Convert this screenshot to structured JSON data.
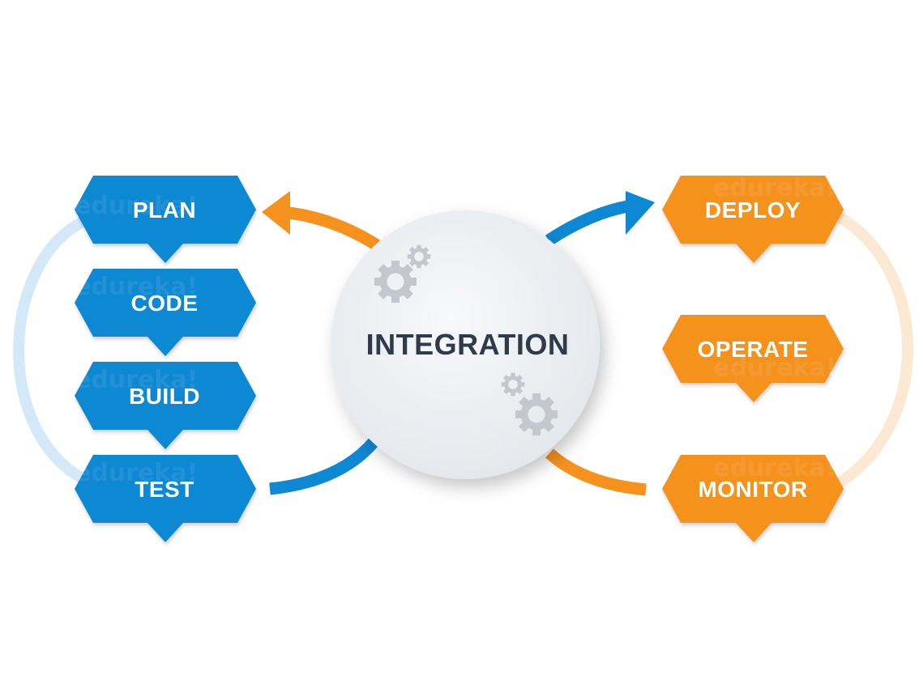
{
  "center": {
    "label": "INTEGRATION"
  },
  "left_stages": [
    {
      "id": "plan",
      "label": "PLAN"
    },
    {
      "id": "code",
      "label": "CODE"
    },
    {
      "id": "build",
      "label": "BUILD"
    },
    {
      "id": "test",
      "label": "TEST"
    }
  ],
  "right_stages": [
    {
      "id": "deploy",
      "label": "DEPLOY"
    },
    {
      "id": "operate",
      "label": "OPERATE"
    },
    {
      "id": "monitor",
      "label": "MONITOR"
    }
  ],
  "watermark": {
    "text": "edureka!"
  },
  "colors": {
    "blue": "#0e88d3",
    "orange": "#f5921e",
    "blue_loop": "#d4e9f7",
    "orange_loop": "#fbe9d3",
    "circle_fill": "#eef1f4",
    "gear": "#c3c8ce",
    "center_text": "#2f3a4a"
  },
  "icons": [
    "gear-icon",
    "arrow-head-icon"
  ]
}
